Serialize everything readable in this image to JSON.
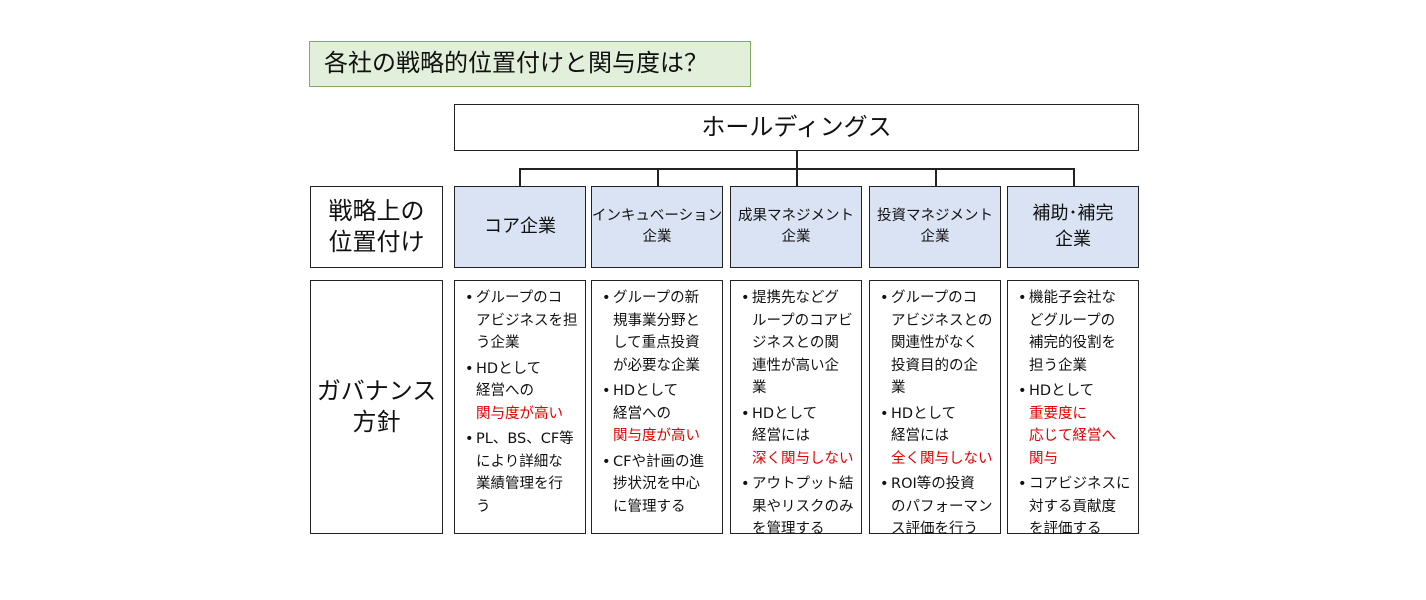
{
  "title": "各社の戦略的位置付けと関与度は？",
  "holdings": "ホールディングス",
  "row_labels": {
    "position": [
      "戦略上の",
      "位置付け"
    ],
    "governance": [
      "ガバナンス",
      "方針"
    ]
  },
  "colors": {
    "title_fill": "#e2efda",
    "category_fill": "#dae3f3",
    "highlight_text": "#e00000"
  },
  "columns": [
    {
      "name_lines": [
        "コア企業"
      ],
      "bullets": [
        [
          {
            "t": "グループのコ"
          },
          {
            "t": "アビジネスを担"
          },
          {
            "t": "う企業"
          }
        ],
        [
          {
            "t": "HDとして"
          },
          {
            "t": "経営への"
          },
          {
            "t": "関与度が高い",
            "red": true
          }
        ],
        [
          {
            "t": "PL、BS、CF等"
          },
          {
            "t": "により詳細な"
          },
          {
            "t": "業績管理を行"
          },
          {
            "t": "う"
          }
        ]
      ]
    },
    {
      "name_lines": [
        "インキュベーション",
        "企業"
      ],
      "bullets": [
        [
          {
            "t": "グループの新"
          },
          {
            "t": "規事業分野と"
          },
          {
            "t": "して重点投資"
          },
          {
            "t": "が必要な企業"
          }
        ],
        [
          {
            "t": "HDとして"
          },
          {
            "t": "経営への"
          },
          {
            "t": "関与度が高い",
            "red": true
          }
        ],
        [
          {
            "t": "CFや計画の進"
          },
          {
            "t": "捗状況を中心"
          },
          {
            "t": "に管理する"
          }
        ]
      ]
    },
    {
      "name_lines": [
        "成果マネジメント",
        "企業"
      ],
      "bullets": [
        [
          {
            "t": "提携先などグ"
          },
          {
            "t": "ループのコアビ"
          },
          {
            "t": "ジネスとの関"
          },
          {
            "t": "連性が高い企"
          },
          {
            "t": "業"
          }
        ],
        [
          {
            "t": "HDとして"
          },
          {
            "t": "経営には"
          },
          {
            "t": "深く関与しない",
            "red": true
          }
        ],
        [
          {
            "t": "アウトプット結"
          },
          {
            "t": "果やリスクのみ"
          },
          {
            "t": "を管理する"
          }
        ]
      ]
    },
    {
      "name_lines": [
        "投資マネジメント",
        "企業"
      ],
      "bullets": [
        [
          {
            "t": "グループのコ"
          },
          {
            "t": "アビジネスとの"
          },
          {
            "t": "関連性がなく"
          },
          {
            "t": "投資目的の企"
          },
          {
            "t": "業"
          }
        ],
        [
          {
            "t": "HDとして"
          },
          {
            "t": "経営には"
          },
          {
            "t": "全く関与しない",
            "red": true
          }
        ],
        [
          {
            "t": "ROI等の投資"
          },
          {
            "t": "のパフォーマン"
          },
          {
            "t": "ス評価を行う"
          }
        ]
      ]
    },
    {
      "name_lines": [
        "補助･補完",
        "企業"
      ],
      "bullets": [
        [
          {
            "t": "機能子会社な"
          },
          {
            "t": "どグループの"
          },
          {
            "t": "補完的役割を"
          },
          {
            "t": "担う企業"
          }
        ],
        [
          {
            "t": "HDとして"
          },
          {
            "t": "重要度に",
            "red": true
          },
          {
            "t": "応じて経営へ",
            "red": true
          },
          {
            "t": "関与",
            "red": true
          }
        ],
        [
          {
            "t": "コアビジネスに"
          },
          {
            "t": "対する貢献度"
          },
          {
            "t": "を評価する"
          }
        ]
      ]
    }
  ]
}
